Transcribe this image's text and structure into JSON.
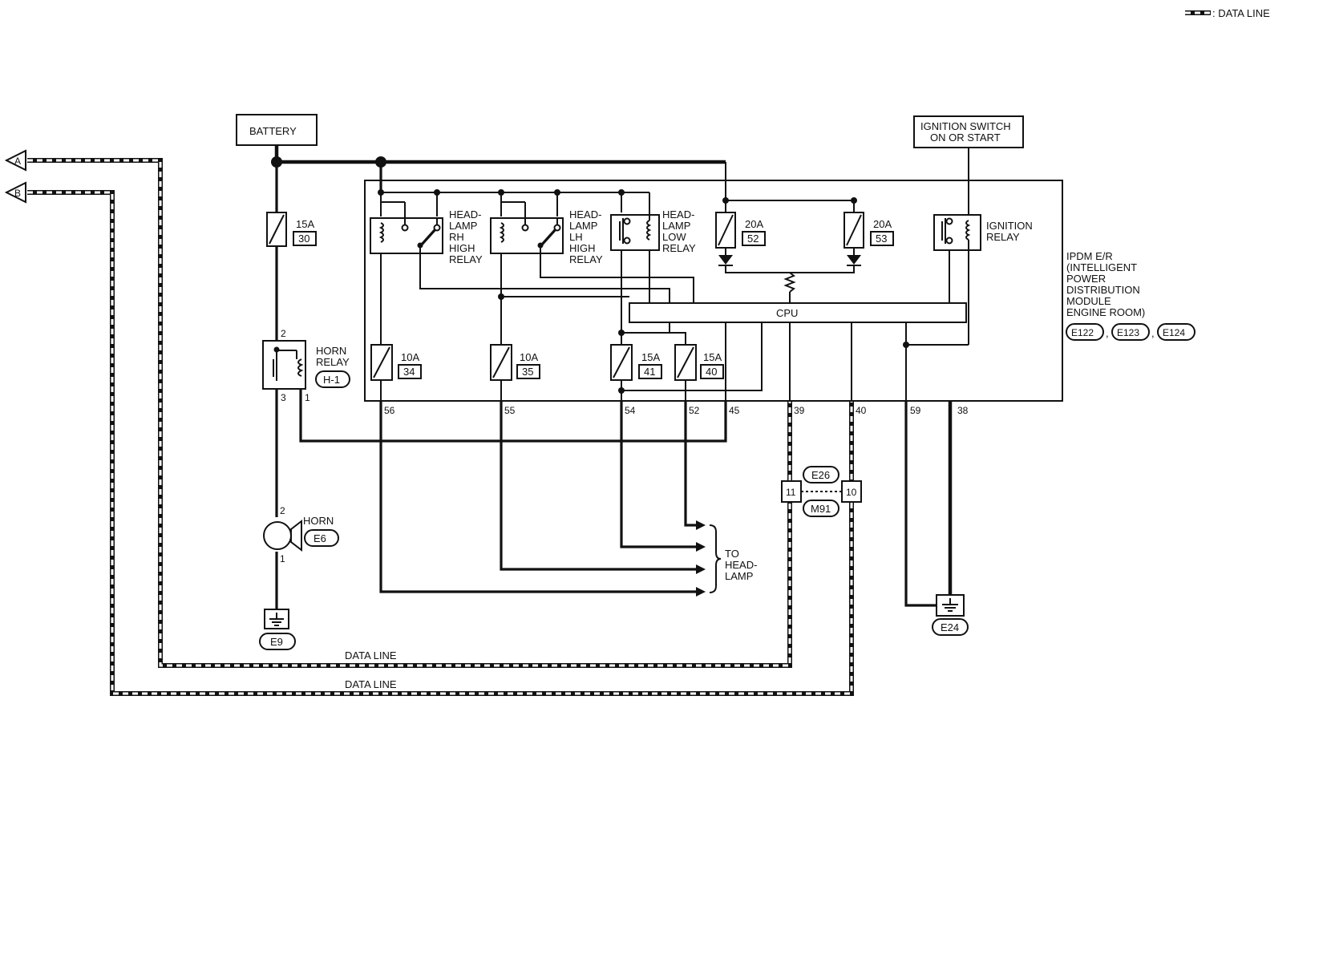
{
  "legend": {
    "label": ": DATA LINE"
  },
  "connectors": {
    "a": "A",
    "b": "B"
  },
  "battery": {
    "label": "BATTERY"
  },
  "ignition_switch": {
    "line1": "IGNITION SWITCH",
    "line2": "ON OR START"
  },
  "fuses": [
    {
      "id": "f30",
      "rating": "15A",
      "number": "30"
    },
    {
      "id": "f34",
      "rating": "10A",
      "number": "34"
    },
    {
      "id": "f35",
      "rating": "10A",
      "number": "35"
    },
    {
      "id": "f41",
      "rating": "15A",
      "number": "41"
    },
    {
      "id": "f40",
      "rating": "15A",
      "number": "40"
    },
    {
      "id": "f52",
      "rating": "20A",
      "number": "52"
    },
    {
      "id": "f53",
      "rating": "20A",
      "number": "53"
    }
  ],
  "relays": {
    "rh_high": [
      "HEAD-",
      "LAMP",
      "RH",
      "HIGH",
      "RELAY"
    ],
    "lh_high": [
      "HEAD-",
      "LAMP",
      "LH",
      "HIGH",
      "RELAY"
    ],
    "low": [
      "HEAD-",
      "LAMP",
      "LOW",
      "RELAY"
    ],
    "ignition": [
      "IGNITION",
      "RELAY"
    ],
    "horn": [
      "HORN",
      "RELAY"
    ],
    "horn_relay_code": "H-1",
    "horn_relay_pins": [
      "2",
      "3",
      "1"
    ]
  },
  "cpu": {
    "label": "CPU"
  },
  "ipdm": {
    "lines": [
      "IPDM E/R",
      "(INTELLIGENT",
      "POWER",
      "DISTRIBUTION",
      "MODULE",
      "ENGINE ROOM)"
    ],
    "connectors": [
      "E122",
      "E123",
      "E124"
    ],
    "separator": ","
  },
  "ipdm_pins": [
    "56",
    "55",
    "54",
    "52",
    "45",
    "39",
    "40",
    "59",
    "38"
  ],
  "horn": {
    "label": "HORN",
    "code": "E6",
    "pin_top": "2",
    "pin_bottom": "1"
  },
  "grounds": {
    "horn": "E9",
    "ipdm": "E24"
  },
  "junction": {
    "top": "E26",
    "bottom": "M91",
    "pin_left": "11",
    "pin_right": "10"
  },
  "to_headlamp": [
    "TO",
    "HEAD-",
    "LAMP"
  ],
  "data_lines": [
    "DATA LINE",
    "DATA LINE"
  ]
}
